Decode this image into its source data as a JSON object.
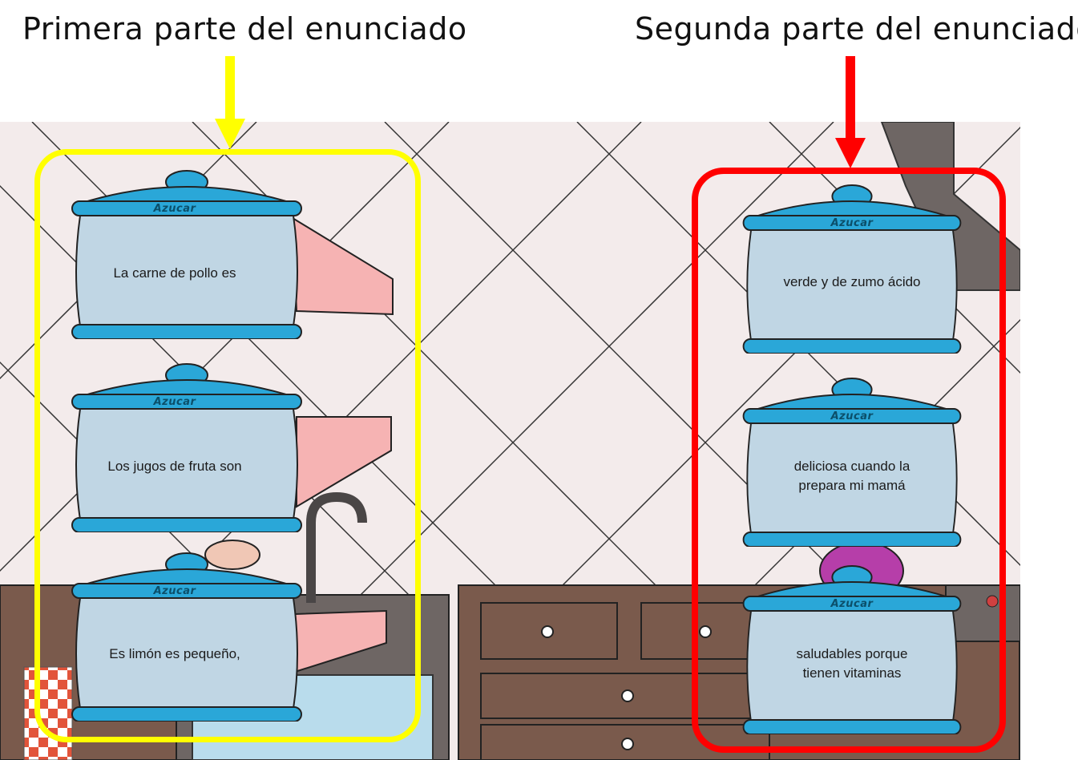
{
  "headings": {
    "first_part": "Primera parte del enunciado",
    "second_part": "Segunda parte del enunciado"
  },
  "colors": {
    "left_frame": "#ffff00",
    "right_frame": "#ff0000",
    "pot_lid": "#2aa7d8",
    "pot_body": "#c0d6e4",
    "wall": "#f3ebeb",
    "cabinet": "#7a5a4c"
  },
  "pots": {
    "left": [
      {
        "label": "Azucar",
        "text": "La carne de pollo es"
      },
      {
        "label": "Azucar",
        "text": "Los jugos de fruta son"
      },
      {
        "label": "Azucar",
        "text": "Es limón es pequeño,"
      }
    ],
    "right": [
      {
        "label": "Azucar",
        "text": "verde y de zumo ácido"
      },
      {
        "label": "Azucar",
        "text": "deliciosa cuando la prepara mi mamá"
      },
      {
        "label": "Azucar",
        "text": "saludables porque tienen vitaminas"
      }
    ]
  }
}
